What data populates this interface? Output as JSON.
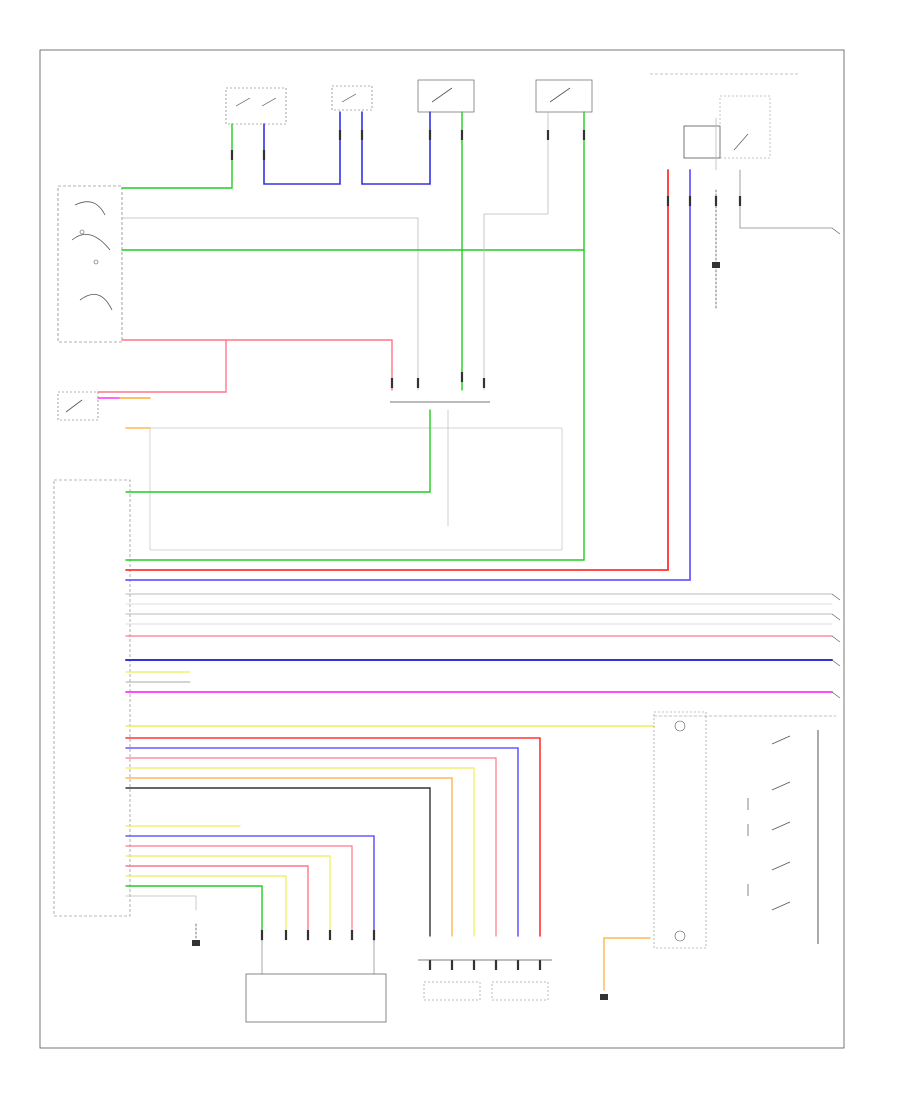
{
  "colors": {
    "green": "#22cc22",
    "blue": "#3333dd",
    "violet": "#6a5cff",
    "red": "#ff3333",
    "pink": "#ff7788",
    "magenta": "#ff33ff",
    "yellow": "#eeee55",
    "orange": "#ffaa33",
    "gray": "#999999",
    "black": "#333333",
    "ltgreen": "#77ee77",
    "white": "#dddddd"
  },
  "icons": [
    "ground-symbol",
    "switch-symbol",
    "connector-pins"
  ],
  "labels": {
    "page_ref": "",
    "components": [],
    "wires": [],
    "pins": []
  }
}
